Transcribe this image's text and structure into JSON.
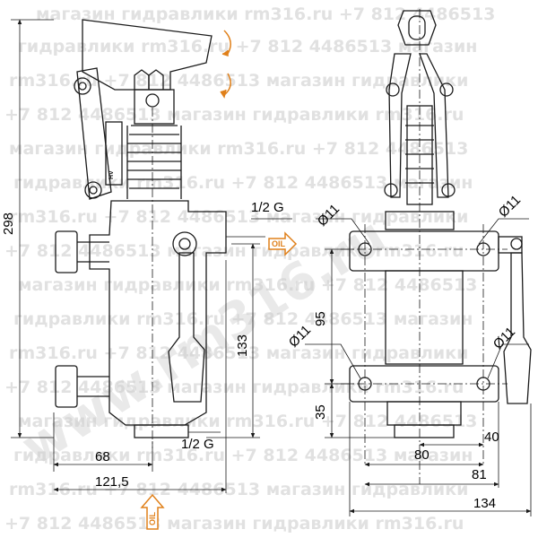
{
  "watermark": {
    "lines": [
      "магазин гидравлики rm316.ru +7 812 4486513",
      "гидравлики rm316.ru +7 812 4486513 магазин",
      "rm316.ru +7 812 4486513 магазин гидравлики",
      "+7 812 4486513 магазин гидравлики rm316.ru",
      "магазин гидравлики rm316.ru +7 812 4486513",
      "гидравлики rm316.ru +7 812 4486513 магазин",
      "rm316.ru +7 812 4486513 магазин гидравлики",
      "+7 812 4486513 магазин гидравлики rm316.ru",
      "магазин гидравлики rm316.ru +7 812 4486513",
      "гидравлики rm316.ru +7 812 4486513 магазин",
      "rm316.ru +7 812 4486513 магазин гидравлики",
      "+7 812 4486513 магазин гидравлики rm316.ru",
      "магазин гидравлики rm316.ru +7 812 4486513",
      "гидравлики rm316.ru +7 812 4486513 магазин",
      "rm316.ru +7 812 4486513 магазин гидравлики",
      "+7 812 4486513 магазин гидравлики rm316.ru"
    ],
    "diagonal": "www.rm316.ru"
  },
  "labels": {
    "oil": "OIL",
    "brand": "HV"
  },
  "dimensions": {
    "overall_height": "298",
    "inlet_thread_top": "1/2 G",
    "outlet_height": "133",
    "port_offset": "68",
    "side_depth": "121,5",
    "outlet_thread_bottom": "1/2 G",
    "hole_top_left": "Ø11",
    "hole_top_right": "Ø11",
    "hole_bottom_left": "Ø11",
    "hole_bottom_right": "Ø11",
    "hole_spacing_vertical": "95",
    "base_to_hole": "35",
    "hole_spacing_horizontal": "80",
    "hole_to_center": "40",
    "flange_width": "81",
    "overall_width": "134"
  },
  "colors": {
    "line": "#1a1a1a",
    "oil_arrow": "#e0801a",
    "watermark": "#c9c9c9"
  }
}
